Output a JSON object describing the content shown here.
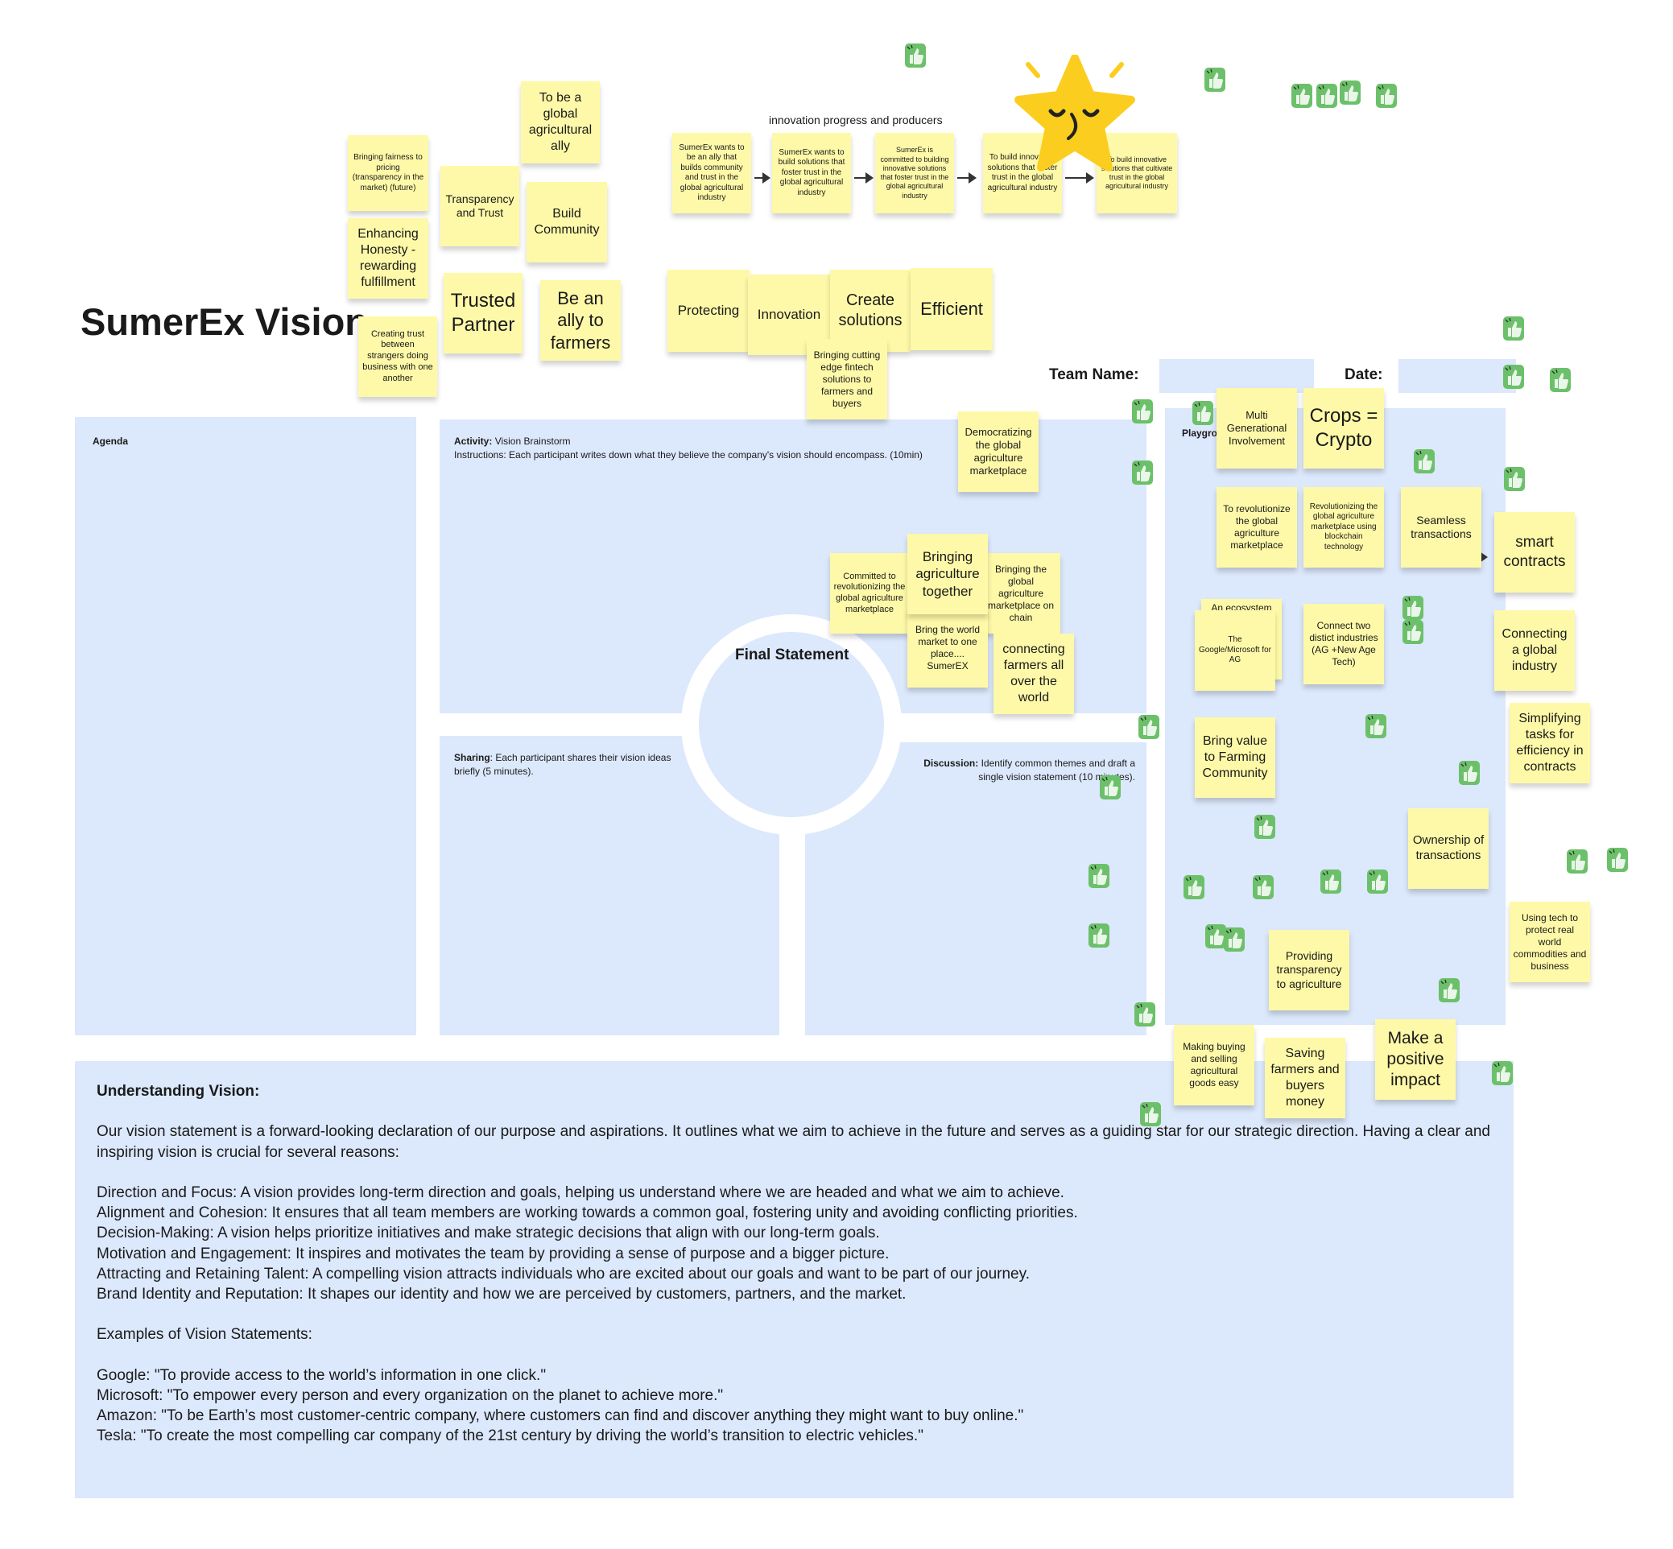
{
  "board": {
    "title": "SumerEx Vision",
    "team_name_label": "Team Name:",
    "date_label": "Date:",
    "flow_caption": "innovation progress and producers",
    "final_statement": "Final Statement"
  },
  "sections": {
    "agenda": {
      "title": "Agenda"
    },
    "activity": {
      "title": "Activity:",
      "name": "Vision Brainstorm",
      "instructions": "Instructions: Each participant writes down what they believe the company's vision should encompass. (10min)"
    },
    "sharing": {
      "title": "Sharing",
      "text": ": Each participant shares their vision ideas briefly (5 minutes)."
    },
    "discussion": {
      "title": "Discussion:",
      "text": "Identify common themes and draft a single vision statement (10 minutes)."
    },
    "playground": {
      "title": "Playgro"
    }
  },
  "understanding": {
    "heading": "Understanding Vision:",
    "intro": "Our vision statement is a forward-looking declaration of our purpose and aspirations. It outlines what we aim to achieve in the future and serves as a guiding star for our strategic direction. Having a clear and inspiring vision is crucial for several reasons:",
    "reasons": [
      "Direction and Focus: A vision provides long-term direction and goals, helping us understand where we are headed and what we aim to achieve.",
      "Alignment and Cohesion: It ensures that all team members are working towards a common goal, fostering unity and avoiding conflicting priorities.",
      "Decision-Making: A vision helps prioritize initiatives and make strategic decisions that align with our long-term goals.",
      "Motivation and Engagement: It inspires and motivates the team by providing a sense of purpose and a bigger picture.",
      "Attracting and Retaining Talent: A compelling vision attracts individuals who are excited about our goals and want to be part of our journey.",
      "Brand Identity and Reputation: It shapes our identity and how we are perceived by customers, partners, and the market."
    ],
    "examples_heading": "Examples of Vision Statements:",
    "examples": [
      "Google: \"To provide access to the world’s information in one click.\"",
      "Microsoft: \"To empower every person and every organization on the planet to achieve more.\"",
      "Amazon: \"To be Earth’s most customer-centric company, where customers can find and discover anything they might want to buy online.\"",
      "Tesla: \"To create the most compelling car company of the 21st century by driving the world’s transition to electric vehicles.\""
    ]
  },
  "stickies": {
    "s1": "To be a global agricultural ally",
    "s2": "Bringing fairness to pricing (transparency in the market) (future)",
    "s3": "Transparency and Trust",
    "s4": "Build Community",
    "s5": "Enhancing Honesty - rewarding fulfillment",
    "s6": "Trusted Partner",
    "s7": "Be an ally to farmers",
    "s8": "Creating trust between strangers doing business with one another",
    "f1": "SumerEx wants to be an ally that builds community and trust in the global agricultural industry",
    "f2": "SumerEx wants to build solutions that foster trust in the global agricultural industry",
    "f3": "SumerEx is committed to building innovative solutions that foster trust in the global agricultural industry",
    "f4": "To build innovative solutions that foster trust in the global agricultural industry",
    "f5": "To build innovative solutions that cultivate trust in the global agricultural industry",
    "k1": "Protecting",
    "k2": "Innovation",
    "k3": "Create solutions",
    "k4": "Efficient",
    "k5": "Bringing cutting edge fintech solutions to farmers and buyers",
    "a1": "Democratizing the global agriculture marketplace",
    "a2": "Committed to revolutionizing the global agriculture marketplace",
    "a3": "Bringing agriculture together",
    "a4": "Bringing the global agriculture marketplace on chain",
    "a5": "Bring the world market to one place.... SumerEX",
    "a6": "connecting farmers all over the world",
    "p1": "Multi Generational Involvement",
    "p2": "Crops = Crypto",
    "p3": "To revolutionize the global agriculture marketplace",
    "p4": "Revolutionizing the global agriculture marketplace using blockchain technology",
    "p5": "Seamless transactions",
    "p6": "smart contracts",
    "p7": "An ecosystem",
    "p8": "The Google/Microsoft for AG",
    "p9": "Connect two distict industries (AG +New Age Tech)",
    "p10": "Connecting a global industry",
    "p11": "Bring value to Farming Community",
    "p12": "Simplifying tasks for efficiency in contracts",
    "p13": "Ownership of transactions",
    "p14": "Using tech to protect real world commodities and business",
    "p15": "Providing transparency to agriculture",
    "p16": "Making buying and selling agricultural goods easy",
    "p17": "Saving farmers and buyers money",
    "p18": "Make a positive impact"
  },
  "colors": {
    "panel": "#dce8fb",
    "sticky": "#fef9a8",
    "star": "#fbcd1f",
    "thumb": "#6cc06a"
  },
  "icons": [
    "thumbs-up-icon",
    "star-face-icon",
    "arrow-right-icon"
  ]
}
